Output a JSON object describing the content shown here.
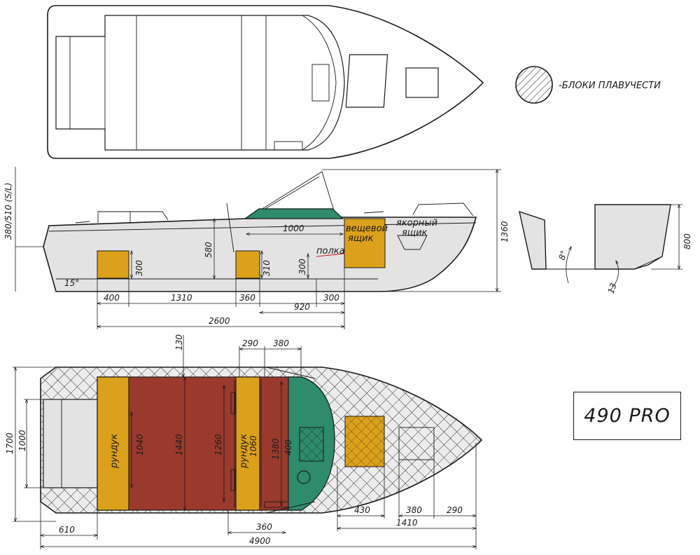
{
  "legend": {
    "text": "-БЛОКИ ПЛАВУЧЕСТИ"
  },
  "model": {
    "name": "490 PRO"
  },
  "side_view": {
    "labels": {
      "clothes_box": [
        "вещевой",
        "ящик"
      ],
      "anchor_box": [
        "якорный",
        "ящик"
      ],
      "shelf": "полка"
    },
    "dims": {
      "transom_height": "380/510 (S/L)",
      "total_height": "1360",
      "windshield": "1000",
      "console_height": "580",
      "box1_h": "300",
      "box2_h": "310",
      "shelf_h": "300",
      "d400": "400",
      "d1310": "1310",
      "d360": "360",
      "d920": "920",
      "d300": "300",
      "d2600": "2600",
      "angle": "15°"
    }
  },
  "section_view": {
    "dims": {
      "height": "800",
      "deadrise": "8°",
      "keel": "13"
    }
  },
  "plan_view": {
    "labels": {
      "chest1": "рундук",
      "chest2": "рундук"
    },
    "dims": {
      "d130": "130",
      "d290_top": "290",
      "d380_top": "380",
      "beam": "1700",
      "inner_width": "1000",
      "chest1_len": "1040",
      "floor_width": "1440",
      "d1260": "1260",
      "chest2_len": "1060",
      "d1380": "1380",
      "d400": "400",
      "d430": "430",
      "d380_bottom": "380",
      "d290_bottom": "290",
      "d610": "610",
      "d360": "360",
      "d1410": "1410",
      "length": "4900"
    }
  },
  "colors": {
    "floor": "#9b3a2c",
    "chest": "#dca11b",
    "console": "#2e8b6b",
    "hull_gray": "#e3e3e3"
  }
}
